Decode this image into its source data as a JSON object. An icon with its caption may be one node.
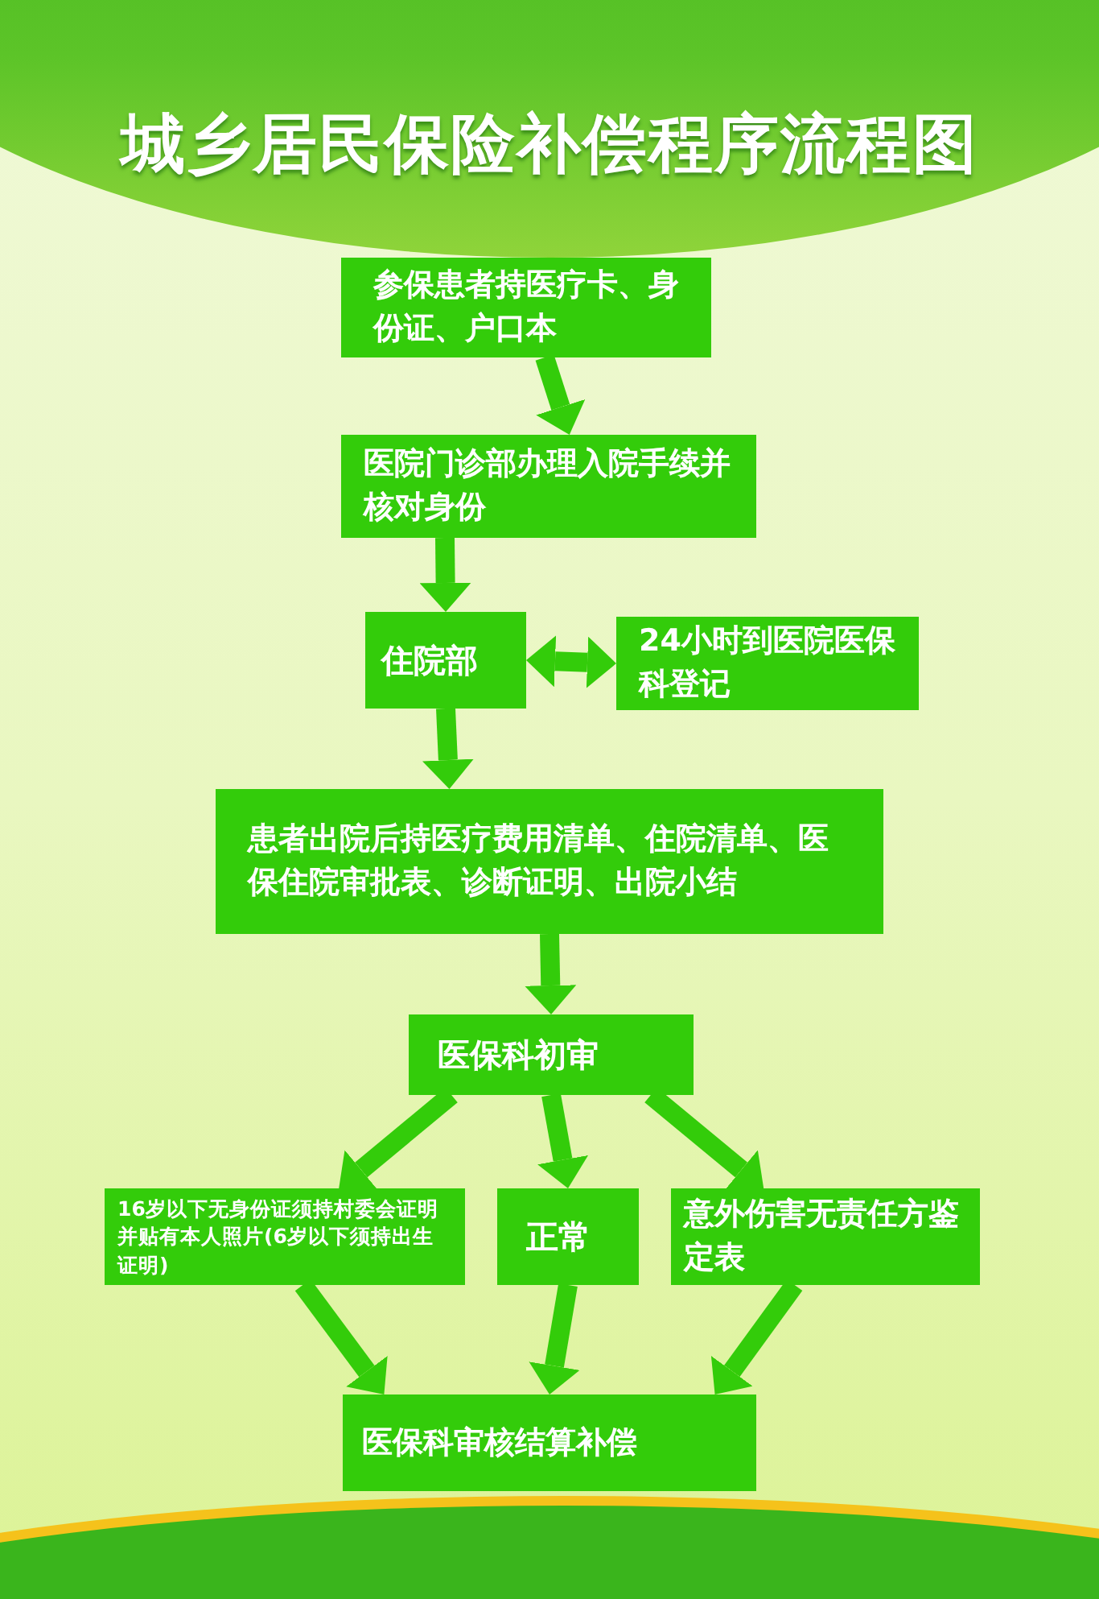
{
  "diagram": {
    "title": "城乡居民保险补偿程序流程图",
    "nodes": [
      {
        "text": [
          "参保患者持医疗卡、身份证、户口本"
        ]
      },
      {
        "text": [
          "医院门诊部办理入院手续并核对身份"
        ]
      },
      {
        "text": [
          "住院部"
        ]
      },
      {
        "text": [
          "24小时到医院医保科登记"
        ]
      },
      {
        "text": [
          "患者出院后持医疗费用清单、住院清单、医保住院审批表、诊断证明、出院小结"
        ]
      },
      {
        "text": [
          "医保科初审"
        ]
      },
      {
        "text": [
          "16岁以下无身份证须持村委会证明并贴有本人照片(6岁以下须持出生证明)"
        ]
      },
      {
        "text": [
          "正常"
        ]
      },
      {
        "text": [
          "意外伤害无责任方鉴定表"
        ]
      },
      {
        "text": [
          "医保科审核结算补偿"
        ]
      }
    ],
    "edges": [
      {
        "from": 0,
        "to": 1,
        "arrow": "to"
      },
      {
        "from": 1,
        "to": 2,
        "arrow": "to"
      },
      {
        "from": 2,
        "to": 3,
        "arrow": "both"
      },
      {
        "from": 2,
        "to": 4,
        "arrow": "to"
      },
      {
        "from": 4,
        "to": 5,
        "arrow": "to"
      },
      {
        "from": 5,
        "to": 6,
        "arrow": "to"
      },
      {
        "from": 5,
        "to": 7,
        "arrow": "to"
      },
      {
        "from": 5,
        "to": 8,
        "arrow": "to"
      },
      {
        "from": 6,
        "to": 9,
        "arrow": "to"
      },
      {
        "from": 7,
        "to": 9,
        "arrow": "to"
      },
      {
        "from": 8,
        "to": 9,
        "arrow": "to"
      }
    ]
  }
}
